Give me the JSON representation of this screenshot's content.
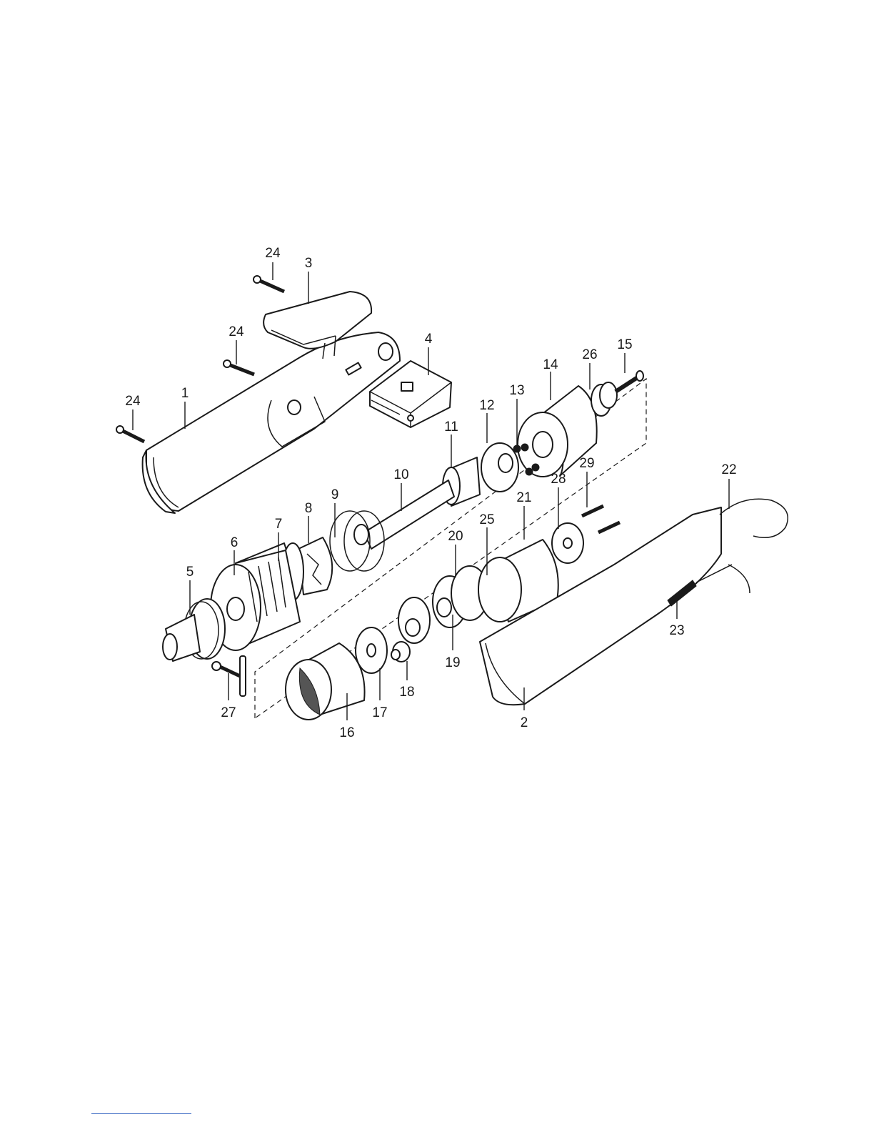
{
  "diagram": {
    "callouts": [
      {
        "id": "c24a",
        "text": "24"
      },
      {
        "id": "c3",
        "text": "3"
      },
      {
        "id": "c24b",
        "text": "24"
      },
      {
        "id": "c4",
        "text": "4"
      },
      {
        "id": "c24c",
        "text": "24"
      },
      {
        "id": "c1",
        "text": "1"
      },
      {
        "id": "c26",
        "text": "26"
      },
      {
        "id": "c15",
        "text": "15"
      },
      {
        "id": "c14",
        "text": "14"
      },
      {
        "id": "c13",
        "text": "13"
      },
      {
        "id": "c12",
        "text": "12"
      },
      {
        "id": "c11",
        "text": "11"
      },
      {
        "id": "c10",
        "text": "10"
      },
      {
        "id": "c9",
        "text": "9"
      },
      {
        "id": "c8",
        "text": "8"
      },
      {
        "id": "c7",
        "text": "7"
      },
      {
        "id": "c6",
        "text": "6"
      },
      {
        "id": "c5",
        "text": "5"
      },
      {
        "id": "c29",
        "text": "29"
      },
      {
        "id": "c28",
        "text": "28"
      },
      {
        "id": "c21",
        "text": "21"
      },
      {
        "id": "c25",
        "text": "25"
      },
      {
        "id": "c20",
        "text": "20"
      },
      {
        "id": "c22",
        "text": "22"
      },
      {
        "id": "c23",
        "text": "23"
      },
      {
        "id": "c19",
        "text": "19"
      },
      {
        "id": "c18",
        "text": "18"
      },
      {
        "id": "c17",
        "text": "17"
      },
      {
        "id": "c16",
        "text": "16"
      },
      {
        "id": "c27",
        "text": "27"
      },
      {
        "id": "c2",
        "text": "2"
      }
    ]
  }
}
